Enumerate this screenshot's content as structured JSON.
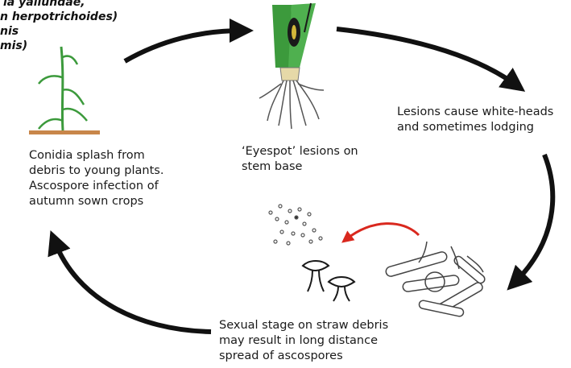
{
  "title_lines": [
    "la yallundae,",
    "n herpotrichoides)",
    "nis",
    "mis)"
  ],
  "labels": {
    "conidia": "Conidia splash from\ndebris to young plants.\nAscospore infection of\nautumn sown crops",
    "eyespot": "‘Eyespot’ lesions on\nstem base",
    "lesions": "Lesions cause white-heads\nand sometimes lodging",
    "sexual": "Sexual stage on straw debris\nmay result in long distance\nspread of ascospores"
  },
  "colors": {
    "arrow": "#111111",
    "spore_arrow": "#d9281e",
    "plant_green": "#3c9a3c",
    "soil": "#c8864a",
    "lesion": "#1a1a1a",
    "root": "#555555"
  },
  "icons": [
    "young-plant-icon",
    "stem-base-icon",
    "ascospores-icon",
    "apothecia-icon",
    "straw-debris-icon"
  ]
}
